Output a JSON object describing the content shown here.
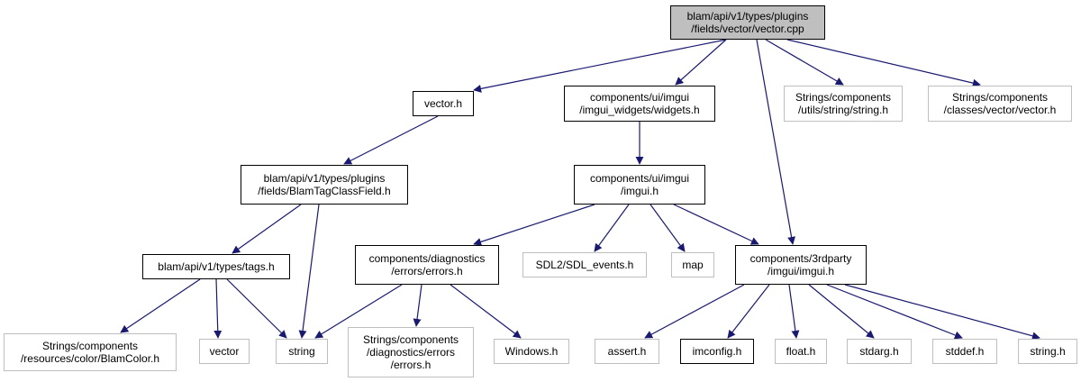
{
  "nodes": {
    "root": {
      "lines": [
        "blam/api/v1/types/plugins",
        "/fields/vector/vector.cpp"
      ]
    },
    "vector_h": {
      "lines": [
        "vector.h"
      ]
    },
    "widgets_h": {
      "lines": [
        "components/ui/imgui",
        "/imgui_widgets/widgets.h"
      ]
    },
    "string_utils_h": {
      "lines": [
        "Strings/components",
        "/utils/string/string.h"
      ]
    },
    "vector_classes_h": {
      "lines": [
        "Strings/components",
        "/classes/vector/vector.h"
      ]
    },
    "blamtagclassfield_h": {
      "lines": [
        "blam/api/v1/types/plugins",
        "/fields/BlamTagClassField.h"
      ]
    },
    "imgui_ui_h": {
      "lines": [
        "components/ui/imgui",
        "/imgui.h"
      ]
    },
    "tags_h": {
      "lines": [
        "blam/api/v1/types/tags.h"
      ]
    },
    "errors_h": {
      "lines": [
        "components/diagnostics",
        "/errors/errors.h"
      ]
    },
    "sdl_events_h": {
      "lines": [
        "SDL2/SDL_events.h"
      ]
    },
    "map": {
      "lines": [
        "map"
      ]
    },
    "imgui_3rdparty_h": {
      "lines": [
        "components/3rdparty",
        "/imgui/imgui.h"
      ]
    },
    "blamcolor_h": {
      "lines": [
        "Strings/components",
        "/resources/color/BlamColor.h"
      ]
    },
    "vector": {
      "lines": [
        "vector"
      ]
    },
    "string": {
      "lines": [
        "string"
      ]
    },
    "errors_strings_h": {
      "lines": [
        "Strings/components",
        "/diagnostics/errors",
        "/errors.h"
      ]
    },
    "windows_h": {
      "lines": [
        "Windows.h"
      ]
    },
    "assert_h": {
      "lines": [
        "assert.h"
      ]
    },
    "imconfig_h": {
      "lines": [
        "imconfig.h"
      ]
    },
    "float_h": {
      "lines": [
        "float.h"
      ]
    },
    "stdarg_h": {
      "lines": [
        "stdarg.h"
      ]
    },
    "stddef_h": {
      "lines": [
        "stddef.h"
      ]
    },
    "string_h": {
      "lines": [
        "string.h"
      ]
    }
  },
  "edge_color": "#191970",
  "external_border_color": "#bfbfbf",
  "root_fill_color": "#bfbfbf"
}
